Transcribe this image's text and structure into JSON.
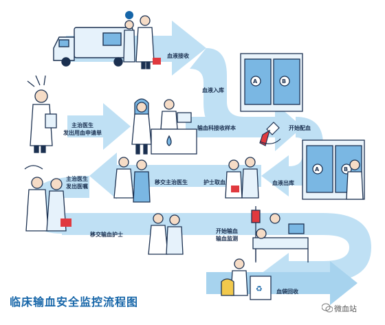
{
  "title": "临床输血安全监控流程图",
  "watermark": "微血站",
  "steps": {
    "blood_receive": "血液接收",
    "blood_storage": "血液入库",
    "sample_receive": "输血科接收样本",
    "start_match": "开始配血",
    "blood_out": "血液出库",
    "nurse_fetch": "护士取血",
    "transfer_doctor": "移交主治医生",
    "doctor_order_1": "主治医生",
    "doctor_order_2": "发出医嘱",
    "doctor_apply_1": "主治医生",
    "doctor_apply_2": "发出用血申请单",
    "transfer_nurse": "移交输血护士",
    "start_monitor_1": "开始输血",
    "start_monitor_2": "输血监测",
    "bag_recycle": "血袋回收"
  },
  "colors": {
    "arrow": "#bfe0f4",
    "arrow_dark": "#a7d3ee",
    "outline": "#1b3050",
    "accent_red": "#e0393e",
    "title_blue": "#1565a8",
    "fridge_blue": "#7ab7e3"
  },
  "icons": [
    "blood-truck-icon",
    "blood-fridge-icon",
    "doctor-figure-icon",
    "nurse-figure-icon",
    "patient-bed-icon",
    "recycle-bin-icon",
    "test-tube-icon",
    "blood-drop-icon",
    "wechat-icon"
  ]
}
